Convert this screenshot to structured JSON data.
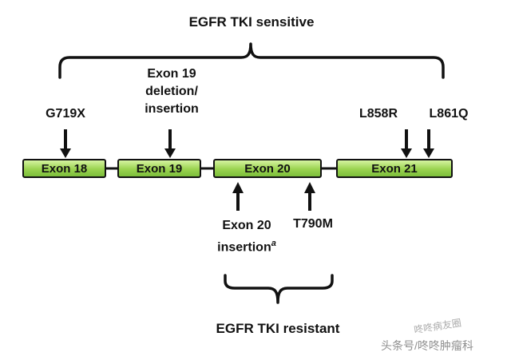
{
  "titles": {
    "sensitive": "EGFR TKI sensitive",
    "resistant": "EGFR TKI resistant"
  },
  "top_mutations": {
    "g719x": "G719X",
    "exon19_lines": [
      "Exon 19",
      "deletion/",
      "insertion"
    ],
    "l858r": "L858R",
    "l861q": "L861Q"
  },
  "exons": [
    "Exon 18",
    "Exon 19",
    "Exon 20",
    "Exon 21"
  ],
  "bottom_mutations": {
    "exon20_line1": "Exon 20",
    "exon20_line2": "insertion",
    "exon20_superscript": "a",
    "t790m": "T790M"
  },
  "colors": {
    "exon_fill_light": "#d6f3a1",
    "exon_fill_dark": "#7cbf3b",
    "exon_border": "#111111",
    "line_and_arrows": "#111111",
    "watermark_gray": "#9a9a9a"
  },
  "watermark": {
    "line1": "咚咚病友圈",
    "line2": "头条号/咚咚肿瘤科"
  }
}
